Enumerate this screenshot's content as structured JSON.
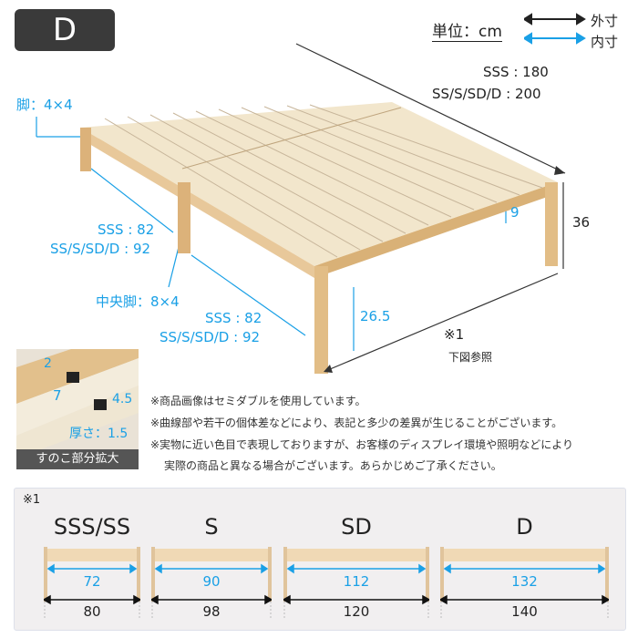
{
  "badge": "D",
  "unit": {
    "label": "単位：cm",
    "outer": "外寸",
    "inner": "内寸"
  },
  "length": {
    "sss": "SSS : 180",
    "others": "SS/S/SD/D : 200"
  },
  "leg": "脚：4×4",
  "center_leg": "中央脚：8×4",
  "width_left": {
    "sss": "SSS : 82",
    "others": "SS/S/SD/D : 92"
  },
  "width_front": {
    "sss": "SSS : 82",
    "others": "SS/S/SD/D : 92"
  },
  "height_total": "36",
  "frame_height": "9",
  "under_height": "26.5",
  "ref": {
    "mark": "※1",
    "text": "下図参照"
  },
  "slat": {
    "a": "2",
    "b": "7",
    "c": "4.5",
    "thickness": "厚さ：1.5",
    "caption": "すのこ部分拡大"
  },
  "notes": [
    "※商品画像はセミダブルを使用しています。",
    "※曲線部や若干の個体差などにより、表記と多少の差異が生じることがございます。",
    "※実物に近い色目で表現しておりますが、お客様のディスプレイ環境や照明などにより",
    "実際の商品と異なる場合がございます。あらかじめご了承ください。"
  ],
  "sizes_panel": {
    "mark": "※1",
    "items": [
      {
        "name": "SSS/SS",
        "inner": "72",
        "outer": "80"
      },
      {
        "name": "S",
        "inner": "90",
        "outer": "98"
      },
      {
        "name": "SD",
        "inner": "112",
        "outer": "120"
      },
      {
        "name": "D",
        "inner": "132",
        "outer": "140"
      }
    ]
  },
  "colors": {
    "accent": "#1aa0e6",
    "wood": "#e8c89a",
    "badge": "#3a3a3a"
  }
}
